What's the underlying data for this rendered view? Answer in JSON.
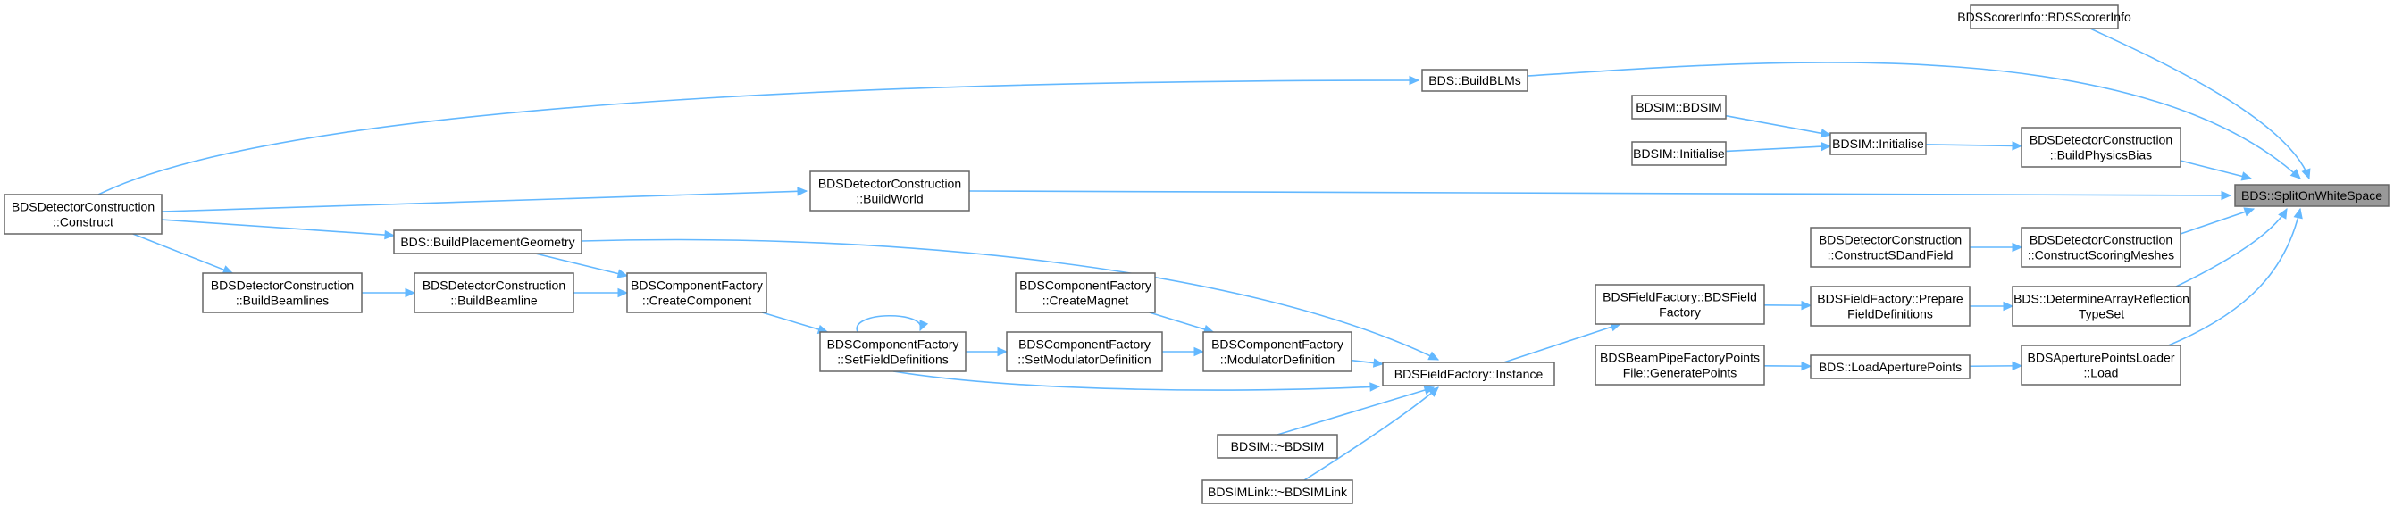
{
  "graph": {
    "title": "",
    "root": "split",
    "nodes": [
      {
        "id": "split",
        "lines": [
          "BDS::SplitOnWhiteSpace"
        ]
      },
      {
        "id": "scorerinfo",
        "lines": [
          "BDSScorerInfo::BDSScorerInfo"
        ]
      },
      {
        "id": "buildblms",
        "lines": [
          "BDS::BuildBLMs"
        ]
      },
      {
        "id": "bdsim_bdsim",
        "lines": [
          "BDSIM::BDSIM"
        ]
      },
      {
        "id": "bdsim_init_r",
        "lines": [
          "BDSIM::Initialise"
        ]
      },
      {
        "id": "bdsim_init_l",
        "lines": [
          "BDSIM::Initialise"
        ]
      },
      {
        "id": "physbias",
        "lines": [
          "BDSDetectorConstruction",
          "::BuildPhysicsBias"
        ]
      },
      {
        "id": "construct",
        "lines": [
          "BDSDetectorConstruction",
          "::Construct"
        ]
      },
      {
        "id": "buildworld",
        "lines": [
          "BDSDetectorConstruction",
          "::BuildWorld"
        ]
      },
      {
        "id": "placementgeom",
        "lines": [
          "BDS::BuildPlacementGeometry"
        ]
      },
      {
        "id": "sdandfield",
        "lines": [
          "BDSDetectorConstruction",
          "::ConstructSDandField"
        ]
      },
      {
        "id": "scoringmeshes",
        "lines": [
          "BDSDetectorConstruction",
          "::ConstructScoringMeshes"
        ]
      },
      {
        "id": "buildbeamlines",
        "lines": [
          "BDSDetectorConstruction",
          "::BuildBeamlines"
        ]
      },
      {
        "id": "buildbeamline",
        "lines": [
          "BDSDetectorConstruction",
          "::BuildBeamline"
        ]
      },
      {
        "id": "createcomponent",
        "lines": [
          "BDSComponentFactory",
          "::CreateComponent"
        ]
      },
      {
        "id": "createmagnet",
        "lines": [
          "BDSComponentFactory",
          "::CreateMagnet"
        ]
      },
      {
        "id": "fieldfactory_ctor",
        "lines": [
          "BDSFieldFactory::BDSField",
          "Factory"
        ]
      },
      {
        "id": "preparefield",
        "lines": [
          "BDSFieldFactory::Prepare",
          "FieldDefinitions"
        ]
      },
      {
        "id": "arrayreflection",
        "lines": [
          "BDS::DetermineArrayReflection",
          "TypeSet"
        ]
      },
      {
        "id": "setfielddefs",
        "lines": [
          "BDSComponentFactory",
          "::SetFieldDefinitions"
        ]
      },
      {
        "id": "setmodulator",
        "lines": [
          "BDSComponentFactory",
          "::SetModulatorDefinition"
        ]
      },
      {
        "id": "modulatordef",
        "lines": [
          "BDSComponentFactory",
          "::ModulatorDefinition"
        ]
      },
      {
        "id": "beampipepoints",
        "lines": [
          "BDSBeamPipeFactoryPoints",
          "File::GeneratePoints"
        ]
      },
      {
        "id": "loadaperture",
        "lines": [
          "BDS::LoadAperturePoints"
        ]
      },
      {
        "id": "aperturesloader",
        "lines": [
          "BDSAperturePointsLoader",
          "::Load"
        ]
      },
      {
        "id": "instance",
        "lines": [
          "BDSFieldFactory::Instance"
        ]
      },
      {
        "id": "bdsim_dtor",
        "lines": [
          "BDSIM::~BDSIM"
        ]
      },
      {
        "id": "bdsimlink_dtor",
        "lines": [
          "BDSIMLink::~BDSIMLink"
        ]
      }
    ],
    "edges": [
      {
        "from": "scorerinfo",
        "to": "split"
      },
      {
        "from": "buildblms",
        "to": "split"
      },
      {
        "from": "physbias",
        "to": "split"
      },
      {
        "from": "buildworld",
        "to": "split"
      },
      {
        "from": "scoringmeshes",
        "to": "split"
      },
      {
        "from": "arrayreflection",
        "to": "split"
      },
      {
        "from": "aperturesloader",
        "to": "split"
      },
      {
        "from": "construct",
        "to": "buildblms"
      },
      {
        "from": "bdsim_bdsim",
        "to": "bdsim_init_r"
      },
      {
        "from": "bdsim_init_l",
        "to": "bdsim_init_r"
      },
      {
        "from": "bdsim_init_r",
        "to": "physbias"
      },
      {
        "from": "construct",
        "to": "buildworld"
      },
      {
        "from": "construct",
        "to": "placementgeom"
      },
      {
        "from": "construct",
        "to": "buildbeamlines"
      },
      {
        "from": "sdandfield",
        "to": "scoringmeshes"
      },
      {
        "from": "buildbeamlines",
        "to": "buildbeamline"
      },
      {
        "from": "buildbeamline",
        "to": "createcomponent"
      },
      {
        "from": "placementgeom",
        "to": "createcomponent"
      },
      {
        "from": "createcomponent",
        "to": "setfielddefs"
      },
      {
        "from": "setfielddefs",
        "to": "setfielddefs"
      },
      {
        "from": "setfielddefs",
        "to": "setmodulator"
      },
      {
        "from": "setmodulator",
        "to": "modulatordef"
      },
      {
        "from": "createmagnet",
        "to": "modulatordef"
      },
      {
        "from": "modulatordef",
        "to": "instance"
      },
      {
        "from": "setfielddefs",
        "to": "instance"
      },
      {
        "from": "placementgeom",
        "to": "instance"
      },
      {
        "from": "bdsim_dtor",
        "to": "instance"
      },
      {
        "from": "bdsimlink_dtor",
        "to": "instance"
      },
      {
        "from": "instance",
        "to": "fieldfactory_ctor"
      },
      {
        "from": "fieldfactory_ctor",
        "to": "preparefield"
      },
      {
        "from": "preparefield",
        "to": "arrayreflection"
      },
      {
        "from": "beampipepoints",
        "to": "loadaperture"
      },
      {
        "from": "loadaperture",
        "to": "aperturesloader"
      }
    ]
  },
  "colors": {
    "edge": "#63b8ff",
    "node_border": "#666666",
    "node_fill": "#ffffff",
    "root_fill": "#999999",
    "text": "#000000"
  }
}
